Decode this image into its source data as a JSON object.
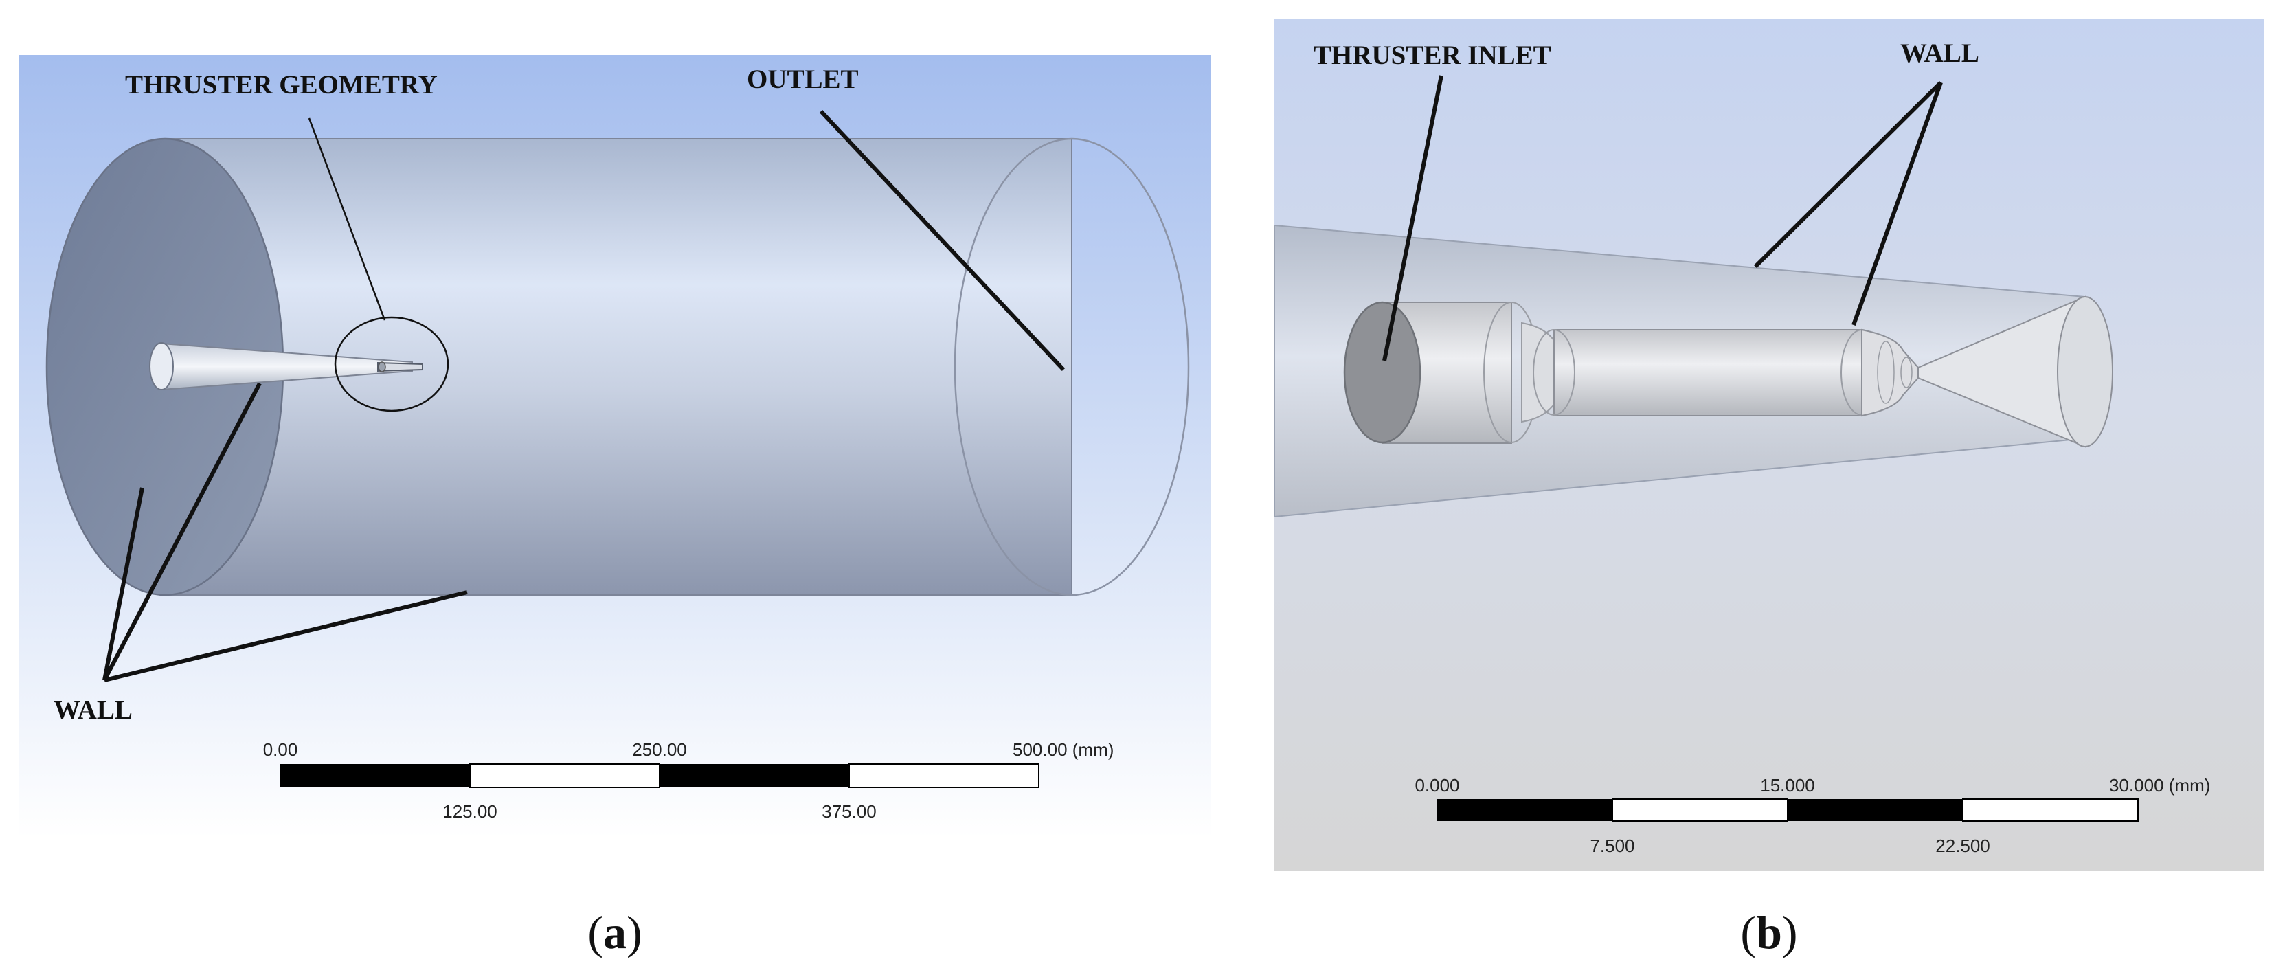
{
  "panel_a": {
    "labels": {
      "thruster_geometry": "THRUSTER GEOMETRY",
      "outlet": "OUTLET",
      "wall": "WALL"
    },
    "scale": {
      "top_ticks": [
        "0.00",
        "250.00",
        "500.00 (mm)"
      ],
      "bottom_ticks": [
        "125.00",
        "375.00"
      ]
    },
    "caption": {
      "open": "(",
      "letter": "a",
      "close": ")"
    }
  },
  "panel_b": {
    "labels": {
      "thruster_inlet": "THRUSTER INLET",
      "wall": "WALL"
    },
    "scale": {
      "top_ticks": [
        "0.000",
        "15.000",
        "30.000 (mm)"
      ],
      "bottom_ticks": [
        "7.500",
        "22.500"
      ]
    },
    "caption": {
      "open": "(",
      "letter": "b",
      "close": ")"
    }
  },
  "colors": {
    "bg_top": "#a7bfee",
    "bg_bottom": "#ffffff",
    "panel_b_top": "#c6d4f0",
    "panel_b_bottom": "#d6d6d6",
    "scale_dark": "#000000",
    "scale_light": "#ffffff"
  }
}
